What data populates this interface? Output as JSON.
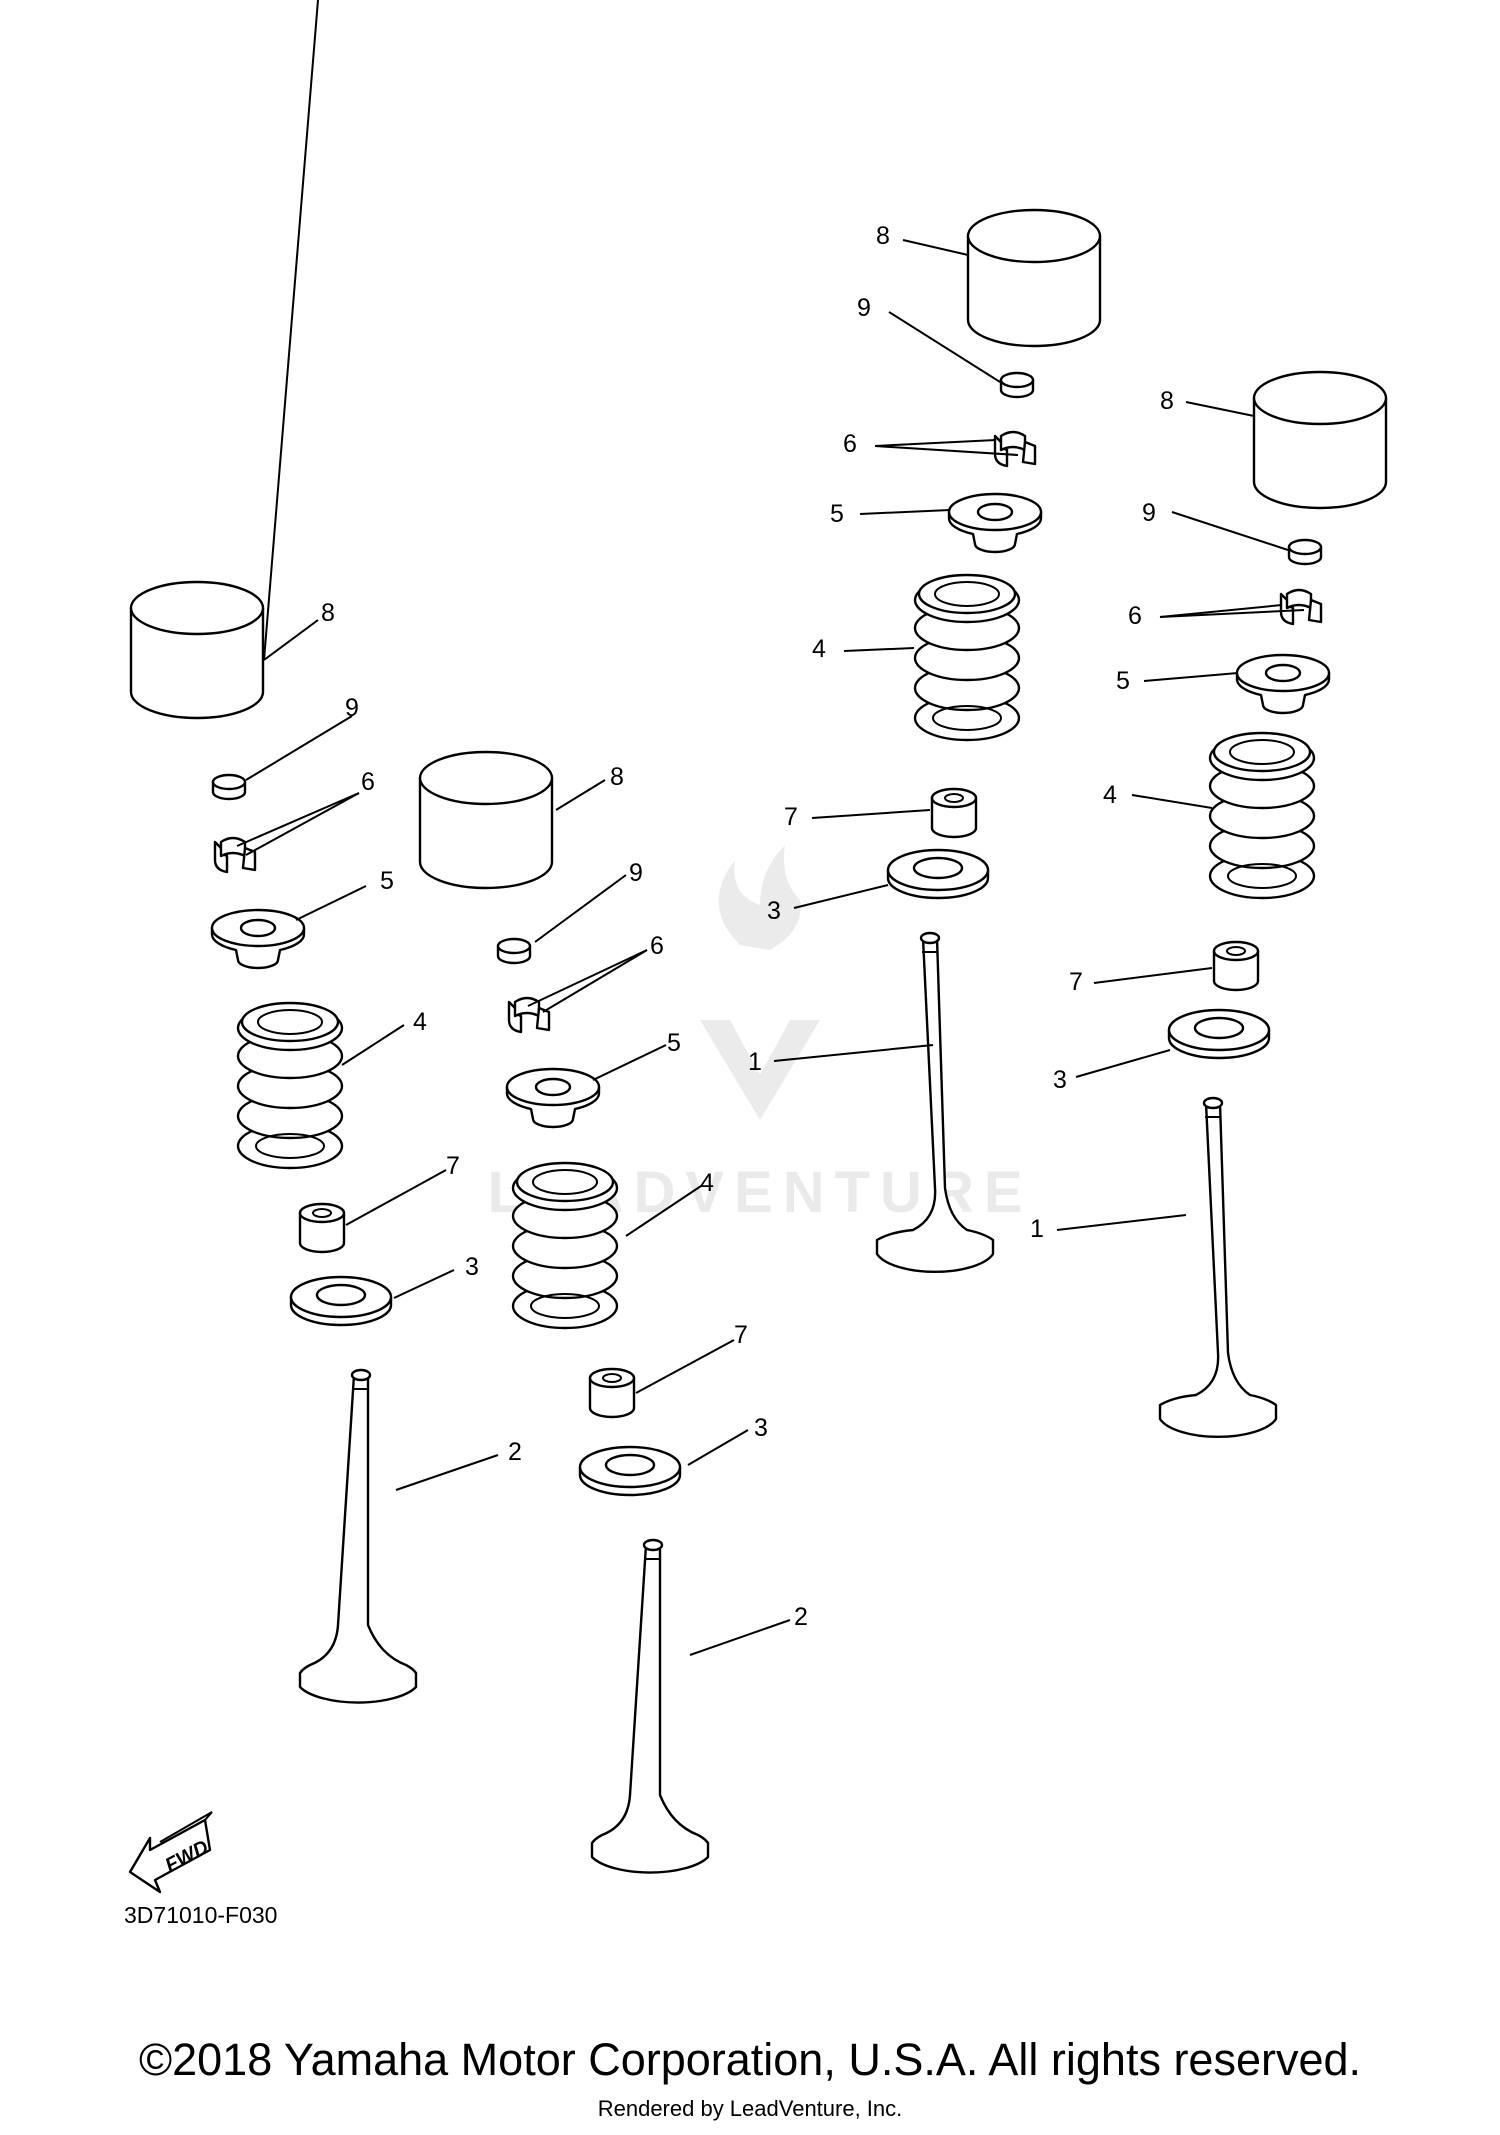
{
  "diagram": {
    "code": "3D71010-F030",
    "copyright": "©2018 Yamaha Motor Corporation, U.S.A. All rights reserved.",
    "rendered_by": "Rendered by LeadVenture, Inc.",
    "watermark": "LEADVENTURE",
    "fwd_label": "FWD",
    "callouts": {
      "1": "1",
      "2": "2",
      "3": "3",
      "4": "4",
      "5": "5",
      "6": "6",
      "7": "7",
      "8": "8",
      "9": "9"
    }
  }
}
